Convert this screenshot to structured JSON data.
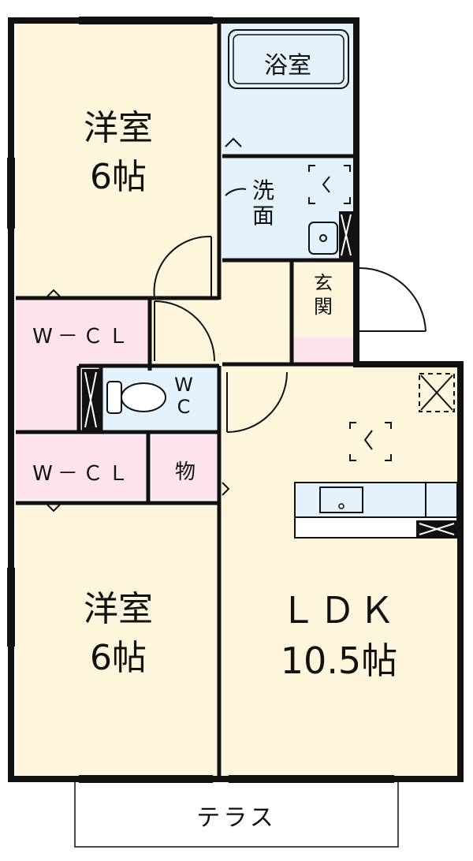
{
  "rooms": {
    "western_room_1": {
      "name": "洋室",
      "size": "6帖"
    },
    "western_room_2": {
      "name": "洋室",
      "size": "6帖"
    },
    "bathroom": "浴室",
    "washroom": [
      "洗",
      "面"
    ],
    "entrance": [
      "玄",
      "関"
    ],
    "wcl_1": "W－ＣＬ",
    "wcl_2": "W－ＣＬ",
    "storage": "物",
    "wc": [
      "W",
      "C"
    ],
    "ldk": {
      "name": "ＬＤＫ",
      "size": "10.5帖"
    },
    "terrace": "テラス"
  },
  "colors": {
    "western_room": "#fdf5dc",
    "closet": "#fde4ec",
    "wet_area": "#e3f2fc",
    "hall": "#fdf5dc",
    "wall": "#111111"
  }
}
